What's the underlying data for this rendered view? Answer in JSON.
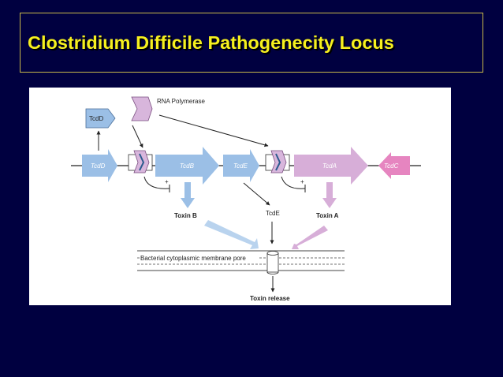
{
  "slide": {
    "title": "Clostridium Difficile Pathogenecity Locus"
  },
  "diagram": {
    "top_tcdd": "TcdD",
    "rna_polymerase": "RNA Polymerase",
    "genes": [
      "TcdD",
      "TcdB",
      "TcdE",
      "TcdA",
      "TcdC"
    ],
    "toxin_b": "Toxin B",
    "tcde_product": "TcdE",
    "toxin_a": "Toxin A",
    "membrane_label": "Bacterial cytoplasmic membrane pore",
    "toxin_release": "Toxin release",
    "inhibit_symbol": "+"
  },
  "colors": {
    "background": "#000040",
    "title": "#f6f01e",
    "title_border": "#c8b84a",
    "blue": "#9bbfe6",
    "blue_light": "#b9d3ee",
    "purple": "#d7aed8",
    "purple_light": "#d8b6dc",
    "pink": "#e685c0"
  }
}
